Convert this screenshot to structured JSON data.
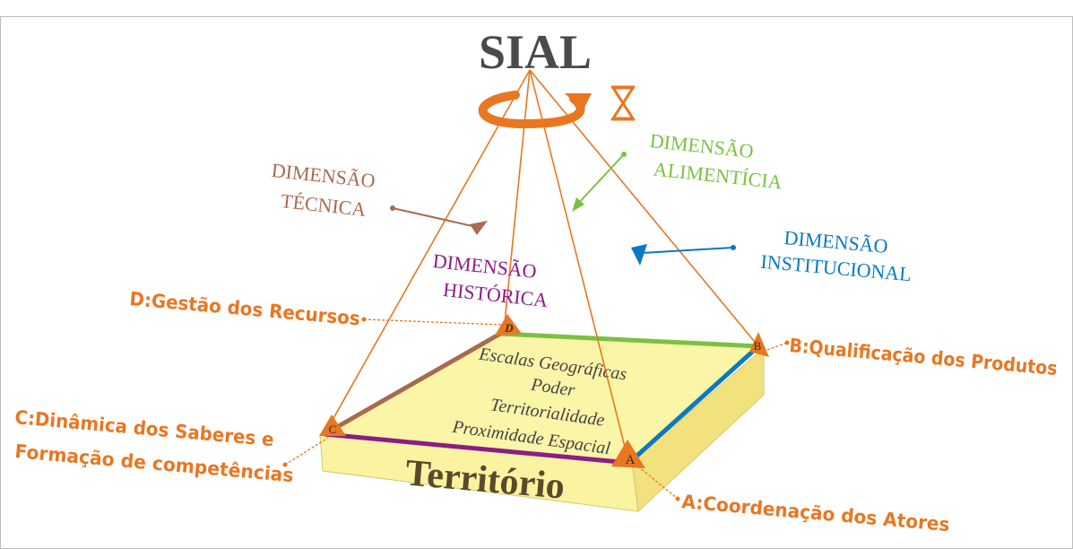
{
  "title": "SIAL",
  "dimensions": {
    "tecnica": [
      "DIMENSÃO",
      "TÉCNICA"
    ],
    "alimenticia": [
      "DIMENSÃO",
      "ALIMENTÍCIA"
    ],
    "institucional": [
      "DIMENSÃO",
      "INSTITUCIONAL"
    ],
    "historica": [
      "DIMENSÃO",
      "HISTÓRICA"
    ]
  },
  "base": {
    "label": "Território",
    "scales": [
      "Escalas Geográficas",
      "Poder",
      "Territorialidade",
      "Proximidade Espacial"
    ]
  },
  "corners": {
    "a": "A",
    "b": "B",
    "c": "C",
    "d": "D"
  },
  "callouts": {
    "d": "D:Gestão dos Recursos",
    "b": "B:Qualificação dos Produtos",
    "c": [
      "C:Dinâmica dos Saberes e",
      "Formação de competências"
    ],
    "a": "A:Coordenação dos Atores"
  },
  "colors": {
    "orange": "#e87722",
    "brown": "#a86b4e",
    "green": "#7ac142",
    "blue": "#0a78c2",
    "purple": "#8b1d85",
    "title": "#4a4a4a",
    "base_fill": "#fbf5a8"
  }
}
